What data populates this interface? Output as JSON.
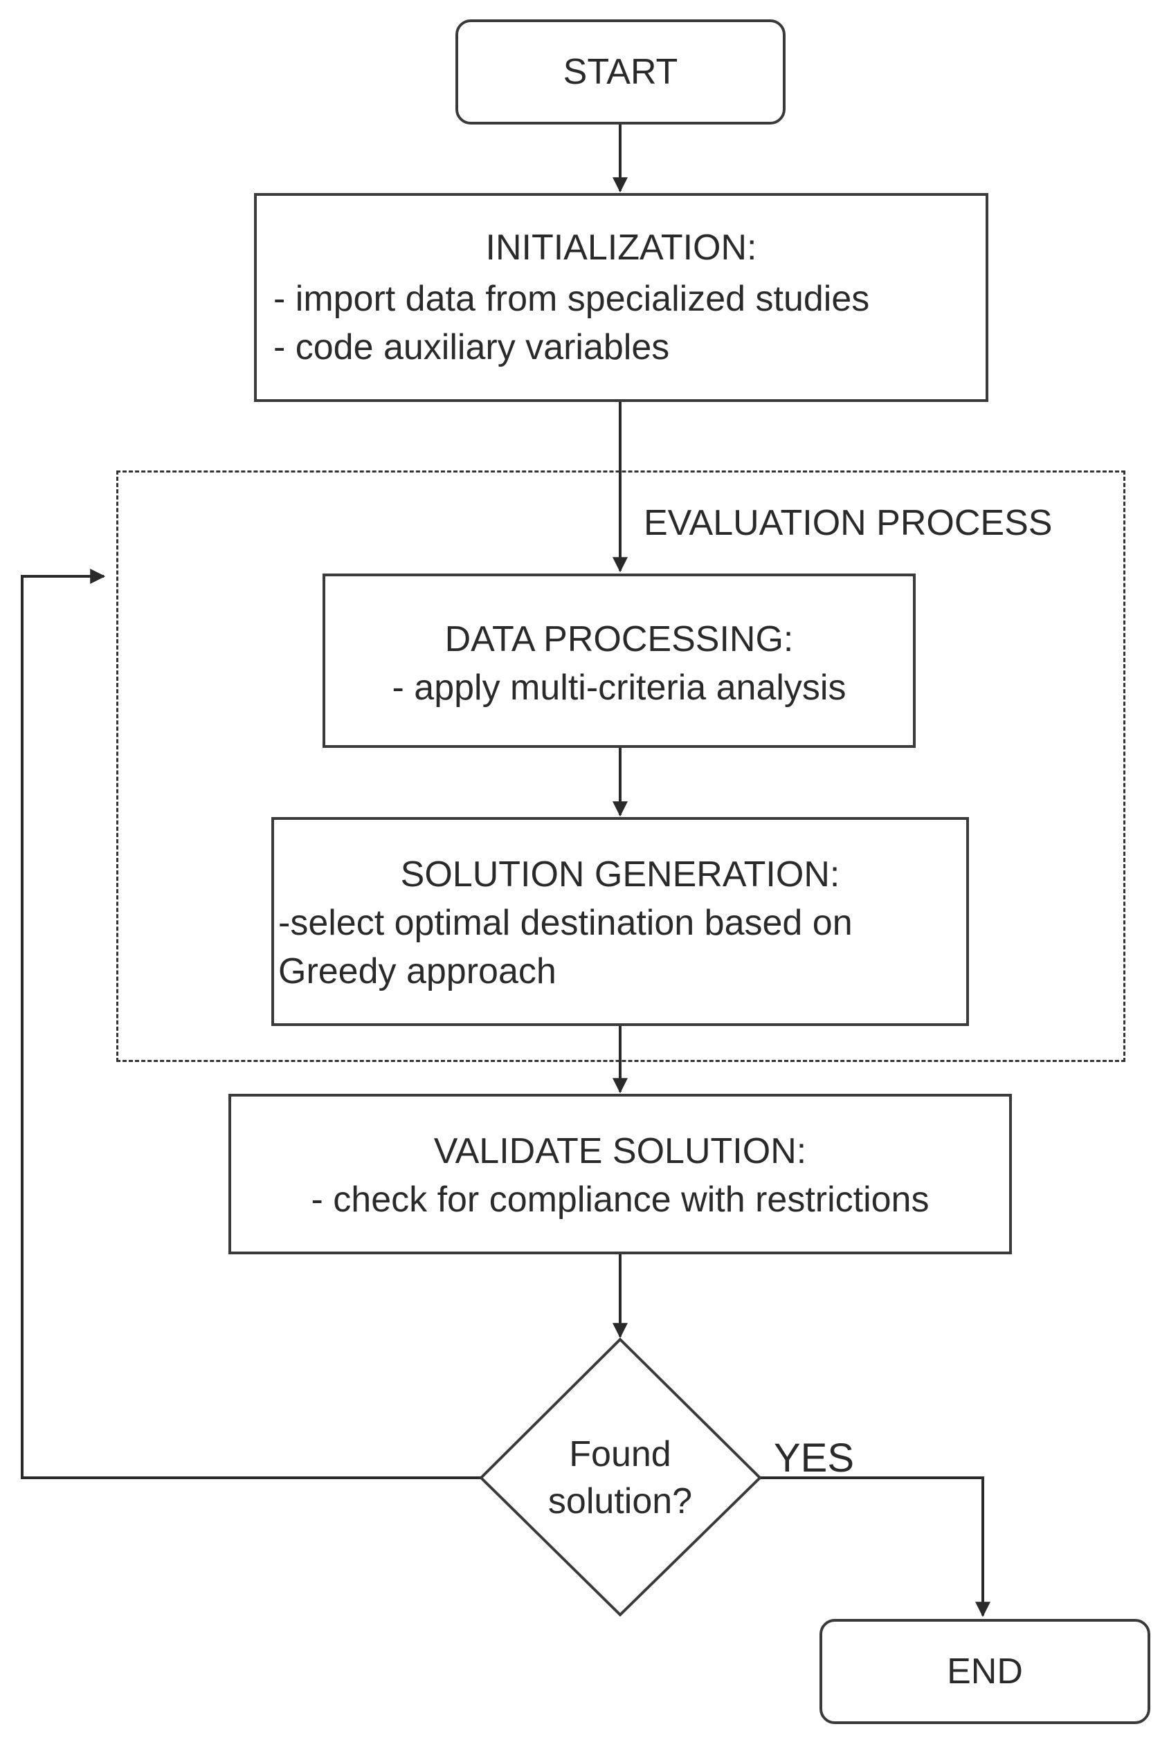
{
  "flowchart": {
    "start": "START",
    "initialization": {
      "title": "INITIALIZATION:",
      "line1": "- import data from specialized studies",
      "line2": "- code auxiliary variables"
    },
    "evaluation_process_label": "EVALUATION PROCESS",
    "data_processing": {
      "title": "DATA PROCESSING:",
      "line1": "- apply multi-criteria analysis"
    },
    "solution_generation": {
      "title": "SOLUTION GENERATION:",
      "line1": "-select optimal destination based on",
      "line2": "Greedy approach"
    },
    "validate_solution": {
      "title": "VALIDATE SOLUTION:",
      "line1": "- check for compliance with restrictions"
    },
    "decision": {
      "line1": "Found",
      "line2": "solution?"
    },
    "yes_label": "YES",
    "end": "END"
  }
}
